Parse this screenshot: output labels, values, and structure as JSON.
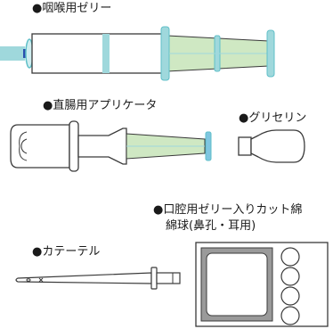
{
  "labels": {
    "throat_jelly": "●咽喉用ゼリー",
    "rectal_applicator": "●直腸用アプリケータ",
    "glycerin": "●グリセリン",
    "oral_jelly_line1": "●口腔用ゼリー入りカット綿",
    "oral_jelly_line2": "綿球(鼻孔・耳用)",
    "catheter": "●カテーテル"
  },
  "colors": {
    "outline": "#3a3a3a",
    "syringe_blue": "#5fbfc8",
    "light_blue": "#9fd8dc",
    "jelly_green": "#cfe8c3",
    "nozzle_blue": "#7fc6e0",
    "tray_gray": "#9a9a9a"
  }
}
